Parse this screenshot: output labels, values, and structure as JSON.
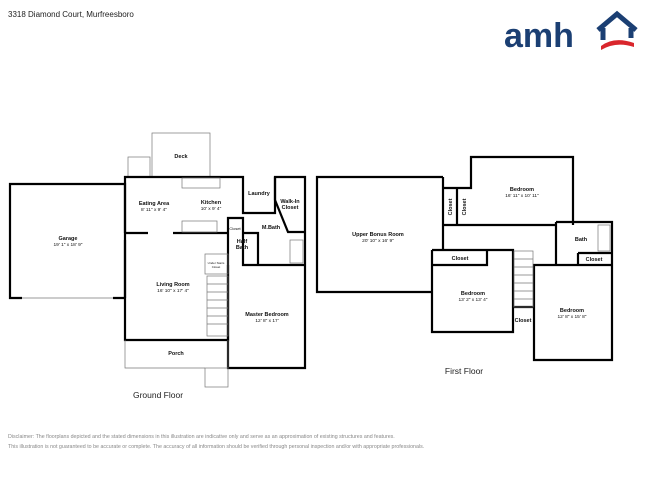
{
  "header": {
    "address": "3318 Diamond Court, Murfreesboro",
    "logo_text": "amh",
    "brand_colors": {
      "blue": "#1b3f73",
      "red": "#d9262c"
    }
  },
  "ground_floor": {
    "label": "Ground Floor",
    "rooms": {
      "deck": {
        "name": "Deck"
      },
      "garage": {
        "name": "Garage",
        "dims": "19' 1\" x 18' 9\""
      },
      "eating": {
        "name": "Eating Area",
        "dims": "8' 11\" x 9' 4\""
      },
      "kitchen": {
        "name": "Kitchen",
        "dims": "10' x 9' 4\""
      },
      "laundry": {
        "name": "Laundry"
      },
      "walkin": {
        "name1": "Walk-In",
        "name2": "Closet"
      },
      "mbath": {
        "name": "M.Bath"
      },
      "closet": {
        "name": "Closet"
      },
      "halfbath": {
        "name1": "Half",
        "name2": "Bath"
      },
      "understairs": {
        "name1": "Under Stairs",
        "name2": "Closet"
      },
      "living": {
        "name": "Living Room",
        "dims": "16' 10\" x 17' 4\""
      },
      "master": {
        "name": "Master Bedroom",
        "dims": "12' 8\" x 17'"
      },
      "porch": {
        "name": "Porch"
      }
    }
  },
  "first_floor": {
    "label": "First Floor",
    "rooms": {
      "bonus": {
        "name": "Upper Bonus Room",
        "dims": "20' 10\" x 16' 9\""
      },
      "closet1": {
        "name": "Closet"
      },
      "closet2": {
        "name": "Closet"
      },
      "bed_top": {
        "name": "Bedroom",
        "dims": "16' 11\" x 10' 11\""
      },
      "bath": {
        "name": "Bath"
      },
      "closet_mid": {
        "name": "Closet"
      },
      "closet_bath": {
        "name": "Closet"
      },
      "bed_mid": {
        "name": "Bedroom",
        "dims": "13' 2\" x 13' 4\""
      },
      "closet_stairs": {
        "name": "Closet"
      },
      "bed_right": {
        "name": "Bedroom",
        "dims": "12' 8\" x 15' 8\""
      }
    }
  },
  "disclaimer": {
    "line1": "Disclaimer: The floorplans depicted and the stated dimensions in this illustration are indicative only and serve as an approximation of existing structures and features.",
    "line2": "This illustration is not guaranteed to be accurate or complete. The accuracy of all information should be verified through personal inspection and/or with appropriate professionals."
  }
}
